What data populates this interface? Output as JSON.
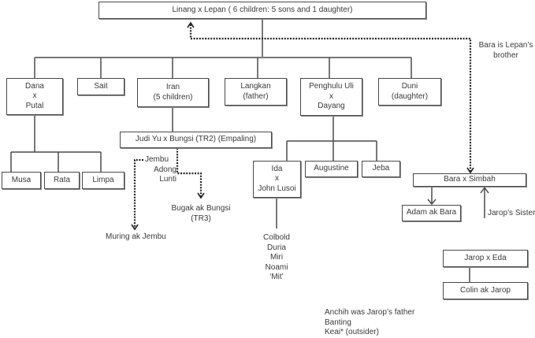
{
  "root": {
    "text": "Linang x Lepan ( 6 children: 5 sons and 1 daughter)"
  },
  "note_bara": {
    "lines": [
      "Bara is Lepan’s",
      "brother"
    ]
  },
  "generation2": [
    {
      "id": "dana",
      "lines": [
        "Dana",
        "x",
        "Putal"
      ]
    },
    {
      "id": "sait",
      "lines": [
        "Sait"
      ]
    },
    {
      "id": "iran",
      "lines": [
        "Iran",
        "(5 children)"
      ]
    },
    {
      "id": "langkan",
      "lines": [
        "Langkan",
        "(father)"
      ]
    },
    {
      "id": "penghulu",
      "lines": [
        "Penghulu Uli",
        "x",
        "Dayang"
      ]
    },
    {
      "id": "duni",
      "lines": [
        "Duni",
        "(daughter)"
      ]
    }
  ],
  "dana_children": [
    "Musa",
    "Rata",
    "Limpa"
  ],
  "judi": {
    "text": "Judi Yu x Bungsi (TR2) (Empaling)"
  },
  "judi_children_list": [
    "Jembu",
    "Adong",
    "Lunti"
  ],
  "muring": {
    "text": "Muring ak Jembu"
  },
  "bugak": {
    "lines": [
      "Bugak ak Bungsi",
      "(TR3)"
    ]
  },
  "penghulu_children": [
    {
      "id": "ida",
      "lines": [
        "Ida",
        "x",
        "John Lusoi"
      ]
    },
    {
      "id": "augustine",
      "lines": [
        "Augustine"
      ]
    },
    {
      "id": "jeba",
      "lines": [
        "Jeba"
      ]
    }
  ],
  "ida_children": [
    "Colbold",
    "Duria",
    "Miri",
    "Noami",
    "‘Mit’"
  ],
  "bara": {
    "text": "Bara x Simbah"
  },
  "adam": {
    "text": "Adam ak Bara"
  },
  "jarop_sister": {
    "text": "Jarop’s Sister"
  },
  "jarop": {
    "text": "Jarop x Eda"
  },
  "colin": {
    "text": "Colin ak Jarop"
  },
  "footnote": {
    "lines": [
      "Anchih was Jarop’s father",
      "Banting",
      "Keai* (outsider)"
    ]
  }
}
